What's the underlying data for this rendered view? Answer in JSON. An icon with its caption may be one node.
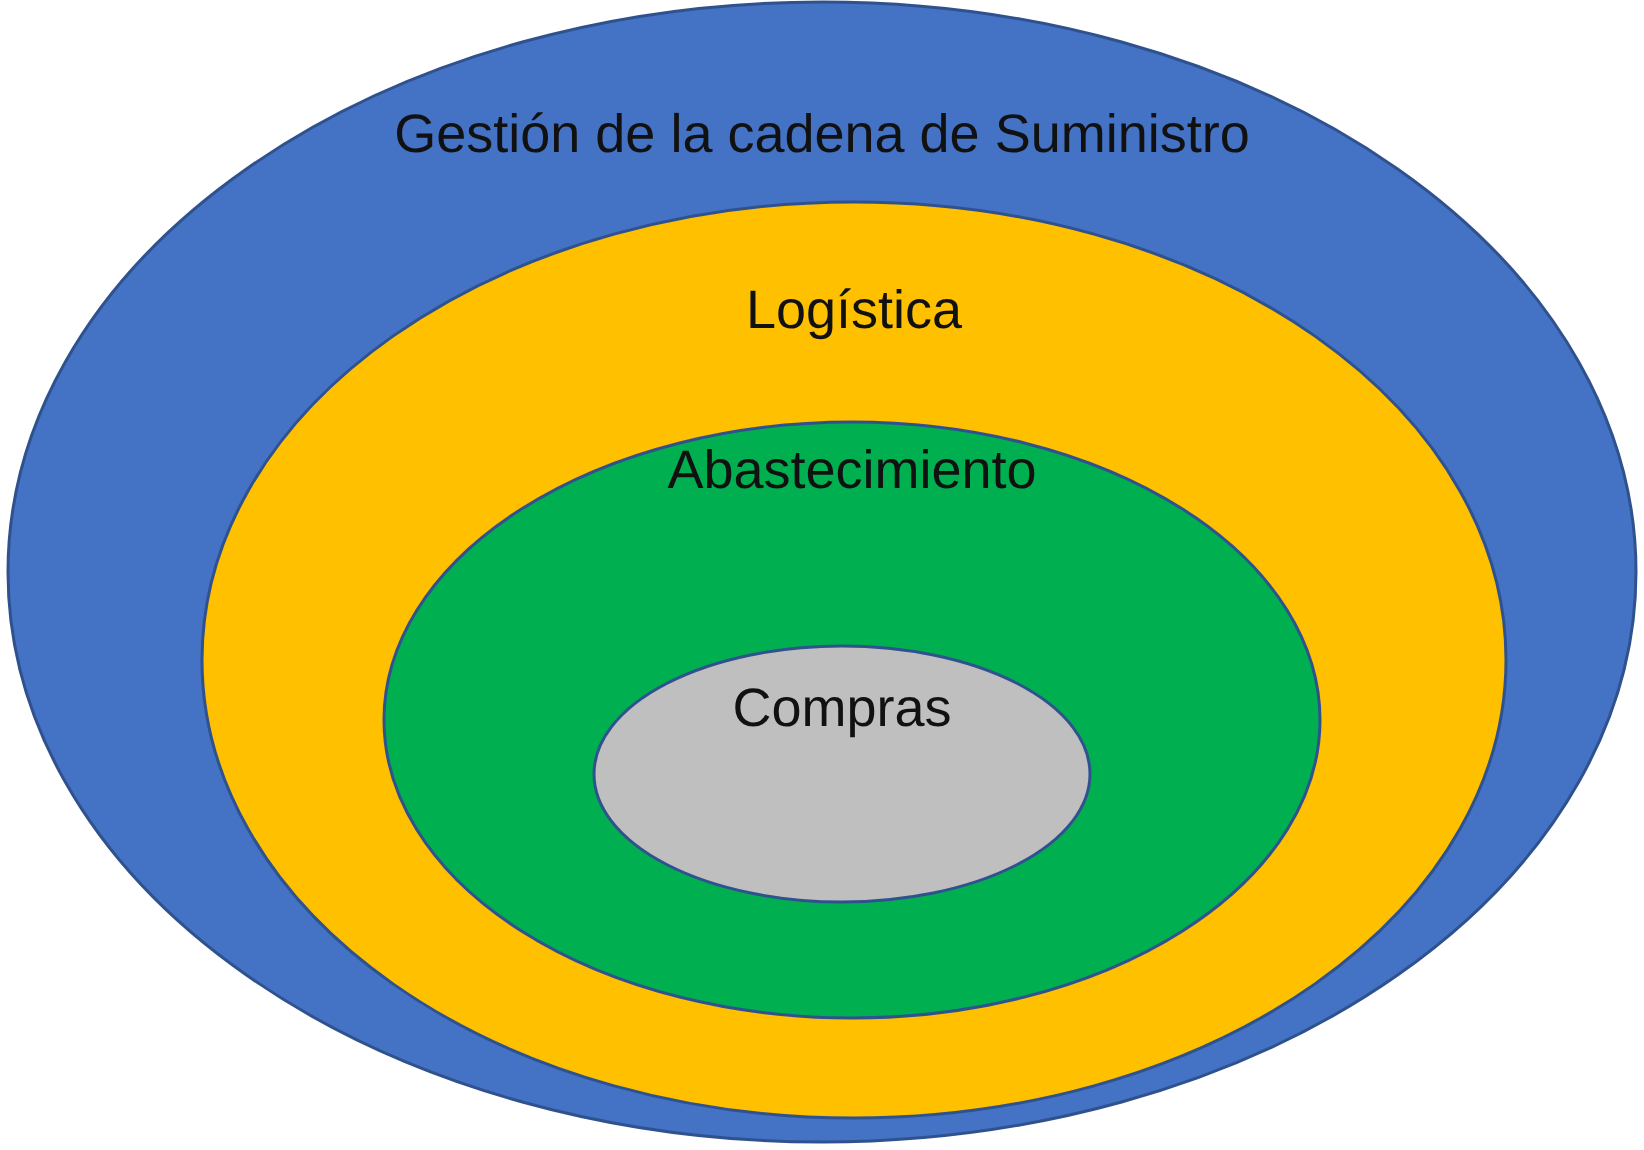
{
  "diagram": {
    "nodes": [
      {
        "text": [
          "Gestión de la cadena de Suministro"
        ]
      },
      {
        "text": [
          "Logística"
        ],
        "in": 0
      },
      {
        "text": [
          "Abastecimiento"
        ],
        "in": 1
      },
      {
        "text": [
          "Compras"
        ],
        "in": 2
      }
    ]
  }
}
